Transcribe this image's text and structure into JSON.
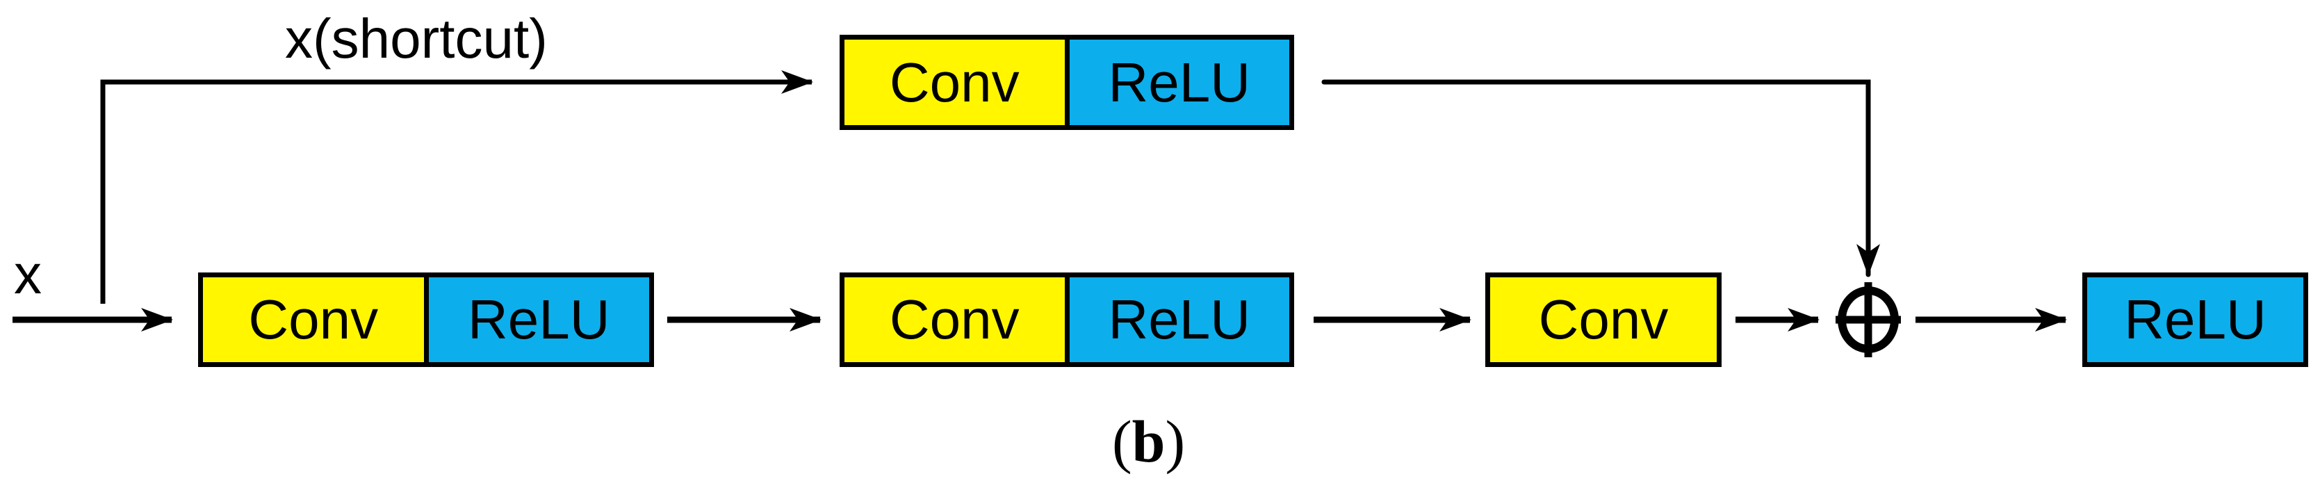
{
  "labels": {
    "shortcut": "x(shortcut)",
    "input": "x"
  },
  "blocks": {
    "top": {
      "conv": "Conv",
      "relu": "ReLU"
    },
    "first": {
      "conv": "Conv",
      "relu": "ReLU"
    },
    "second": {
      "conv": "Conv",
      "relu": "ReLU"
    },
    "third": {
      "conv": "Conv"
    },
    "output": {
      "relu": "ReLU"
    }
  },
  "symbols": {
    "sum": "⊕"
  },
  "caption": {
    "open": "(",
    "letter": "b",
    "close": ")"
  },
  "colors": {
    "conv_fill": "#FFF600",
    "relu_fill": "#0DAEEC",
    "line": "#000000",
    "background": "#FFFFFF"
  }
}
